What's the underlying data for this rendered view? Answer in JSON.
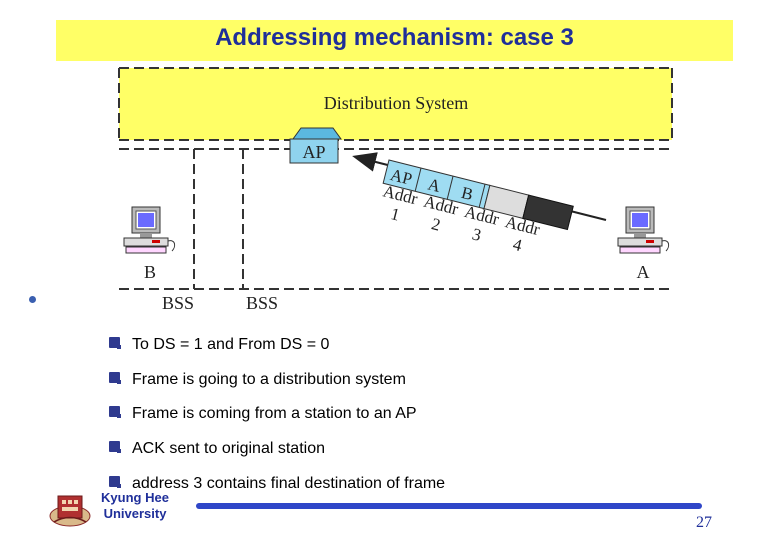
{
  "title": "Addressing mechanism: case 3",
  "diagram": {
    "distribution_system_label": "Distribution System",
    "ap_label": "AP",
    "frame_fields": [
      {
        "name": "AP",
        "addr": "Addr",
        "num": "1"
      },
      {
        "name": "A",
        "addr": "Addr",
        "num": "2"
      },
      {
        "name": "B",
        "addr": "Addr",
        "num": "3"
      },
      {
        "name": "",
        "addr": "Addr",
        "num": "4"
      }
    ],
    "station_left_label": "B",
    "station_right_label": "A",
    "bss_left_label": "BSS",
    "bss_right_label": "BSS"
  },
  "bullets": [
    "To DS = 1 and From DS = 0",
    "Frame is going to a distribution system",
    "Frame is coming from a station to an AP",
    "ACK sent to original station",
    "address 3 contains final destination of frame"
  ],
  "footer": {
    "university_line1": "Kyung Hee",
    "university_line2": "University",
    "page_number": "27"
  },
  "colors": {
    "title_bg": "#ffff66",
    "title_text": "#1f2f9a",
    "ds_fill": "#ffff66",
    "ap_fill": "#8fd3ee",
    "frame_fill": "#9fdcf2",
    "footer_line": "#2f46c8"
  }
}
